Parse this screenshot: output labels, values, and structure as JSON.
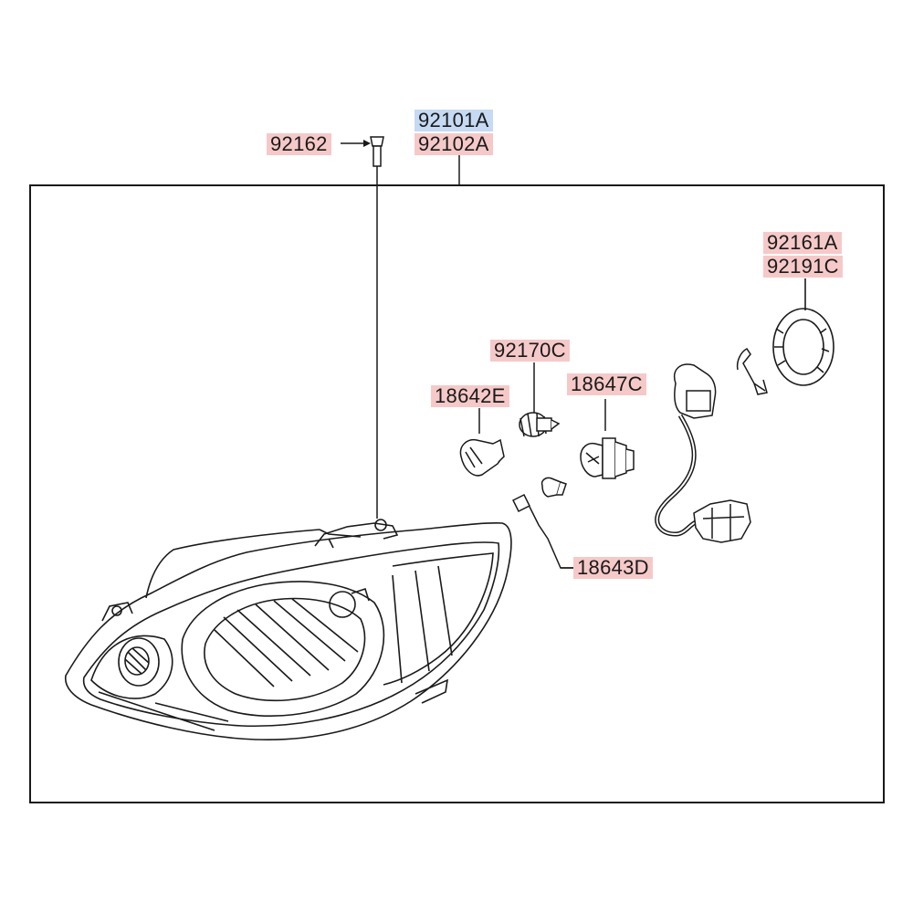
{
  "labels": {
    "p92101A": "92101A",
    "p92102A": "92102A",
    "p92162": "92162",
    "p92161A": "92161A",
    "p92191C": "92191C",
    "p92170C": "92170C",
    "p18642E": "18642E",
    "p18647C": "18647C",
    "p18643D": "18643D"
  },
  "colors": {
    "highlight_red": "#f6c9c9",
    "highlight_blue": "#c6daf3",
    "line": "#1a1a1a"
  }
}
